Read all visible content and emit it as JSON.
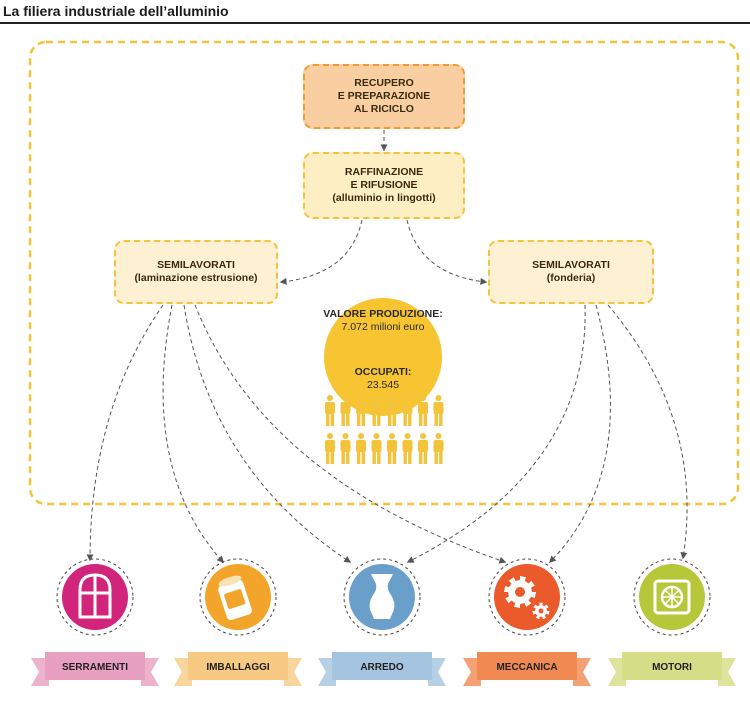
{
  "title": "La filiera industriale dell’alluminio",
  "nodes": {
    "recupero": [
      "RECUPERO",
      "E PREPARAZIONE",
      "AL RICICLO"
    ],
    "raffinazione": [
      "RAFFINAZIONE",
      "E RIFUSIONE",
      "(alluminio in lingotti)"
    ],
    "semi_laminazione": [
      "SEMILAVORATI",
      "(laminazione estrusione)"
    ],
    "semi_fonderia": [
      "SEMILAVORATI",
      "(fonderia)"
    ]
  },
  "stats": {
    "valore_label": "VALORE PRODUZIONE:",
    "valore_value": "7.072 milioni euro",
    "occupati_label": "OCCUPATI:",
    "occupati_value": "23.545"
  },
  "sectors": [
    {
      "label": "SERRAMENTI",
      "icon": "window-icon",
      "color": "#d0257a",
      "ribbon": "#e8a0c0"
    },
    {
      "label": "IMBALLAGGI",
      "icon": "can-icon",
      "color": "#f2a52a",
      "ribbon": "#f7c983"
    },
    {
      "label": "ARREDO",
      "icon": "vase-icon",
      "color": "#6a9fcb",
      "ribbon": "#a5c4df"
    },
    {
      "label": "MECCANICA",
      "icon": "gears-icon",
      "color": "#ea5a2a",
      "ribbon": "#f08a52"
    },
    {
      "label": "MOTORI",
      "icon": "engine-icon",
      "color": "#b7c73a",
      "ribbon": "#d5dd86"
    }
  ],
  "colors": {
    "frame": "#f3c33a",
    "sun": "#f7c532",
    "people": "#f3c33a",
    "arrow": "#555555"
  }
}
